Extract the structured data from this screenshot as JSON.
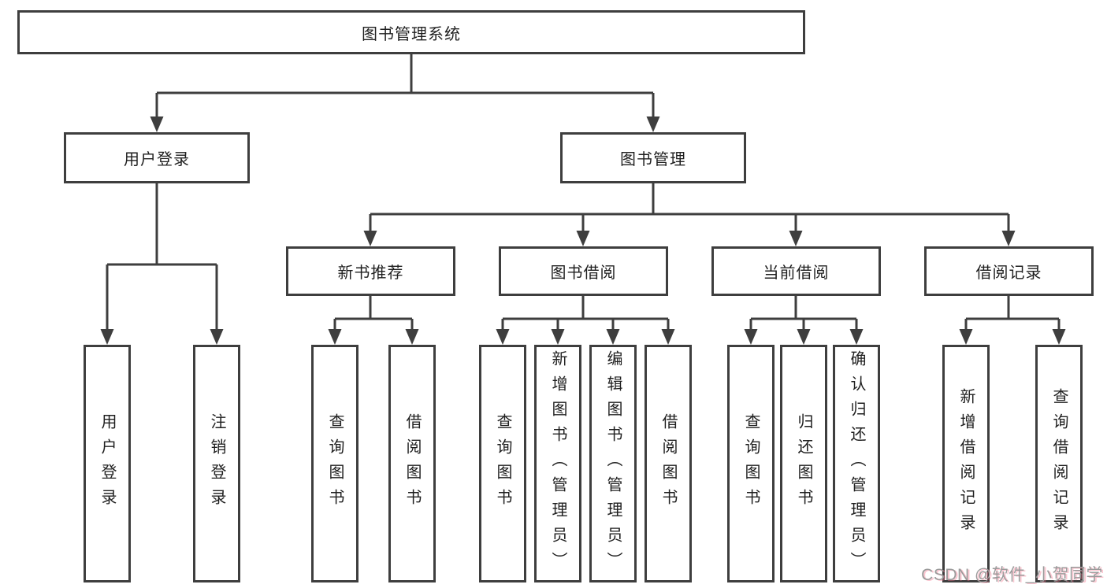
{
  "diagram": {
    "title": "图书管理系统",
    "root": {
      "label": "图书管理系统"
    },
    "level2": [
      {
        "label": "用户登录"
      },
      {
        "label": "图书管理"
      }
    ],
    "level3": [
      {
        "label": "新书推荐"
      },
      {
        "label": "图书借阅"
      },
      {
        "label": "当前借阅"
      },
      {
        "label": "借阅记录"
      }
    ],
    "leaves": [
      {
        "label": "用户登录",
        "parent": "用户登录"
      },
      {
        "label": "注销登录",
        "parent": "用户登录"
      },
      {
        "label": "查询图书",
        "parent": "新书推荐"
      },
      {
        "label": "借阅图书",
        "parent": "新书推荐"
      },
      {
        "label": "查询图书",
        "parent": "图书借阅"
      },
      {
        "label": "新增图书（管理员）",
        "parent": "图书借阅"
      },
      {
        "label": "编辑图书（管理员）",
        "parent": "图书借阅"
      },
      {
        "label": "借阅图书",
        "parent": "图书借阅"
      },
      {
        "label": "查询图书",
        "parent": "当前借阅"
      },
      {
        "label": "归还图书",
        "parent": "当前借阅"
      },
      {
        "label": "确认归还（管理员）",
        "parent": "当前借阅"
      },
      {
        "label": "新增借阅记录",
        "parent": "借阅记录"
      },
      {
        "label": "查询借阅记录",
        "parent": "借阅记录"
      }
    ]
  },
  "watermark": {
    "text": "CSDN @软件_小贺同学"
  },
  "colors": {
    "line": "#3e3e3e",
    "text": "#1f1f1f",
    "box_background": "#ffffff",
    "watermark_gray": "#9b9b9b",
    "watermark_pink": "#f76f8a"
  }
}
